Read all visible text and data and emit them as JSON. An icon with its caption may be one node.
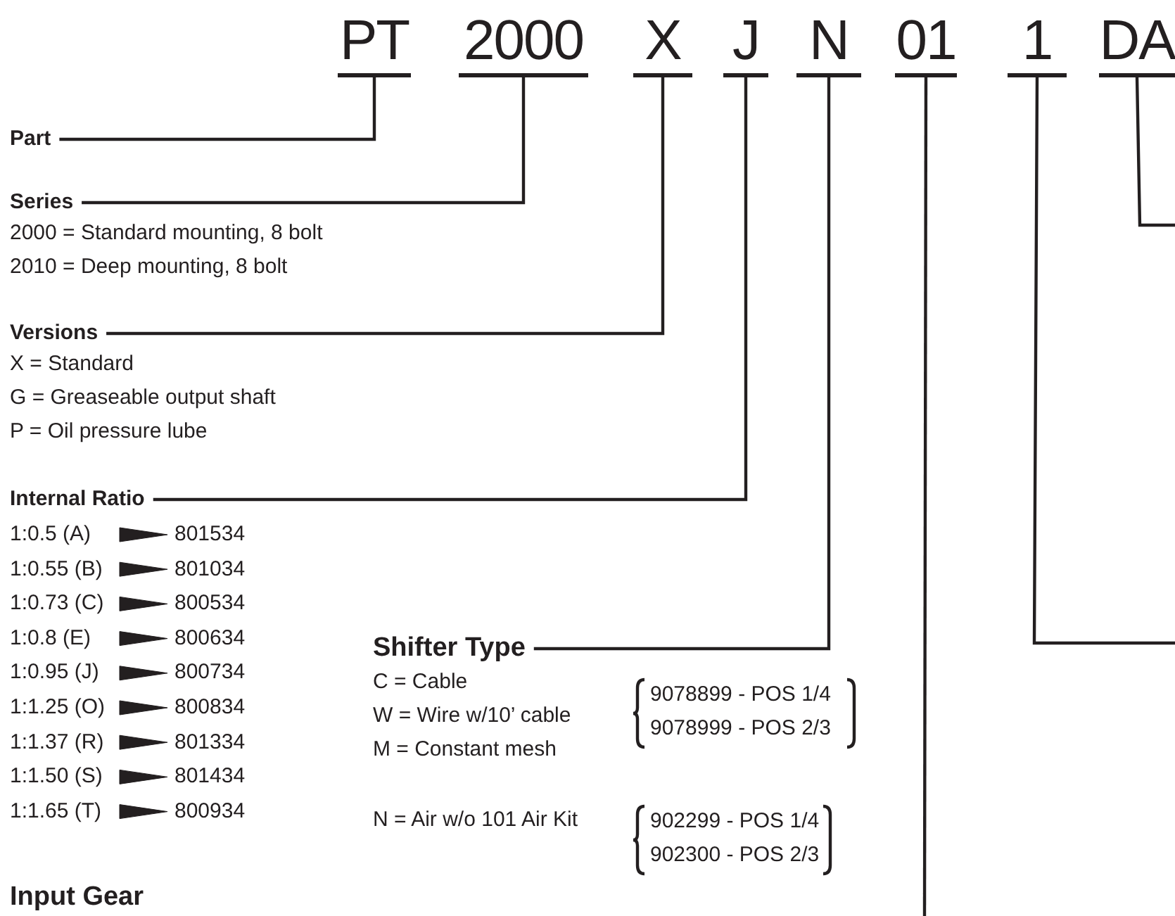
{
  "diagram": {
    "nodes": [
      {
        "text": [
          "PT"
        ]
      },
      {
        "text": [
          "2000"
        ]
      },
      {
        "text": [
          "X"
        ]
      },
      {
        "text": [
          "J"
        ]
      },
      {
        "text": [
          "N"
        ]
      },
      {
        "text": [
          "01"
        ]
      },
      {
        "text": [
          "1"
        ]
      },
      {
        "text": [
          "DA"
        ]
      },
      {
        "text": [
          "Part"
        ]
      },
      {
        "text": [
          "Series",
          "2000 = Standard mounting, 8 bolt",
          "2010 = Deep mounting, 8 bolt"
        ]
      },
      {
        "text": [
          "Versions",
          "X = Standard",
          "G = Greaseable output shaft",
          "P = Oil pressure lube"
        ]
      },
      {
        "text": [
          "Internal Ratio"
        ]
      },
      {
        "text": [
          "1:0.5 (A)"
        ]
      },
      {
        "text": [
          "801534"
        ]
      },
      {
        "text": [
          "1:0.55 (B)"
        ]
      },
      {
        "text": [
          "801034"
        ]
      },
      {
        "text": [
          "1:0.73 (C)"
        ]
      },
      {
        "text": [
          "800534"
        ]
      },
      {
        "text": [
          "1:0.8 (E)"
        ]
      },
      {
        "text": [
          "800634"
        ]
      },
      {
        "text": [
          "1:0.95 (J)"
        ]
      },
      {
        "text": [
          "800734"
        ]
      },
      {
        "text": [
          "1:1.25 (O)"
        ]
      },
      {
        "text": [
          "800834"
        ]
      },
      {
        "text": [
          "1:1.37 (R)"
        ]
      },
      {
        "text": [
          "801334"
        ]
      },
      {
        "text": [
          "1:1.50 (S)"
        ]
      },
      {
        "text": [
          "801434"
        ]
      },
      {
        "text": [
          "1:1.65 (T)"
        ]
      },
      {
        "text": [
          "800934"
        ]
      },
      {
        "text": [
          "Shifter Type",
          "C = Cable",
          "W = Wire w/10’ cable",
          "M = Constant mesh",
          "N = Air w/o 101 Air Kit"
        ]
      },
      {
        "text": [
          "Input Gear"
        ]
      }
    ],
    "edges": [
      {
        "from": 0,
        "to": 8,
        "arrow": "none"
      },
      {
        "from": 1,
        "to": 9,
        "arrow": "none"
      },
      {
        "from": 2,
        "to": 10,
        "arrow": "none"
      },
      {
        "from": 3,
        "to": 11,
        "arrow": "none"
      },
      {
        "from": 4,
        "to": 30,
        "arrow": "none"
      },
      {
        "from": 5,
        "to": null,
        "arrow": "none"
      },
      {
        "from": 6,
        "to": null,
        "arrow": "none"
      },
      {
        "from": 7,
        "to": null,
        "arrow": "none"
      },
      {
        "from": 12,
        "to": 13,
        "arrow": "to"
      },
      {
        "from": 14,
        "to": 15,
        "arrow": "to"
      },
      {
        "from": 16,
        "to": 17,
        "arrow": "to"
      },
      {
        "from": 18,
        "to": 19,
        "arrow": "to"
      },
      {
        "from": 20,
        "to": 21,
        "arrow": "to"
      },
      {
        "from": 22,
        "to": 23,
        "arrow": "to"
      },
      {
        "from": 24,
        "to": 25,
        "arrow": "to"
      },
      {
        "from": 26,
        "to": 27,
        "arrow": "to"
      },
      {
        "from": 28,
        "to": 29,
        "arrow": "to"
      }
    ],
    "labels": [
      "9078899 - POS 1/4",
      "9078999 - POS 2/3",
      "902299 - POS 1/4",
      "902300 - POS 2/3"
    ]
  }
}
